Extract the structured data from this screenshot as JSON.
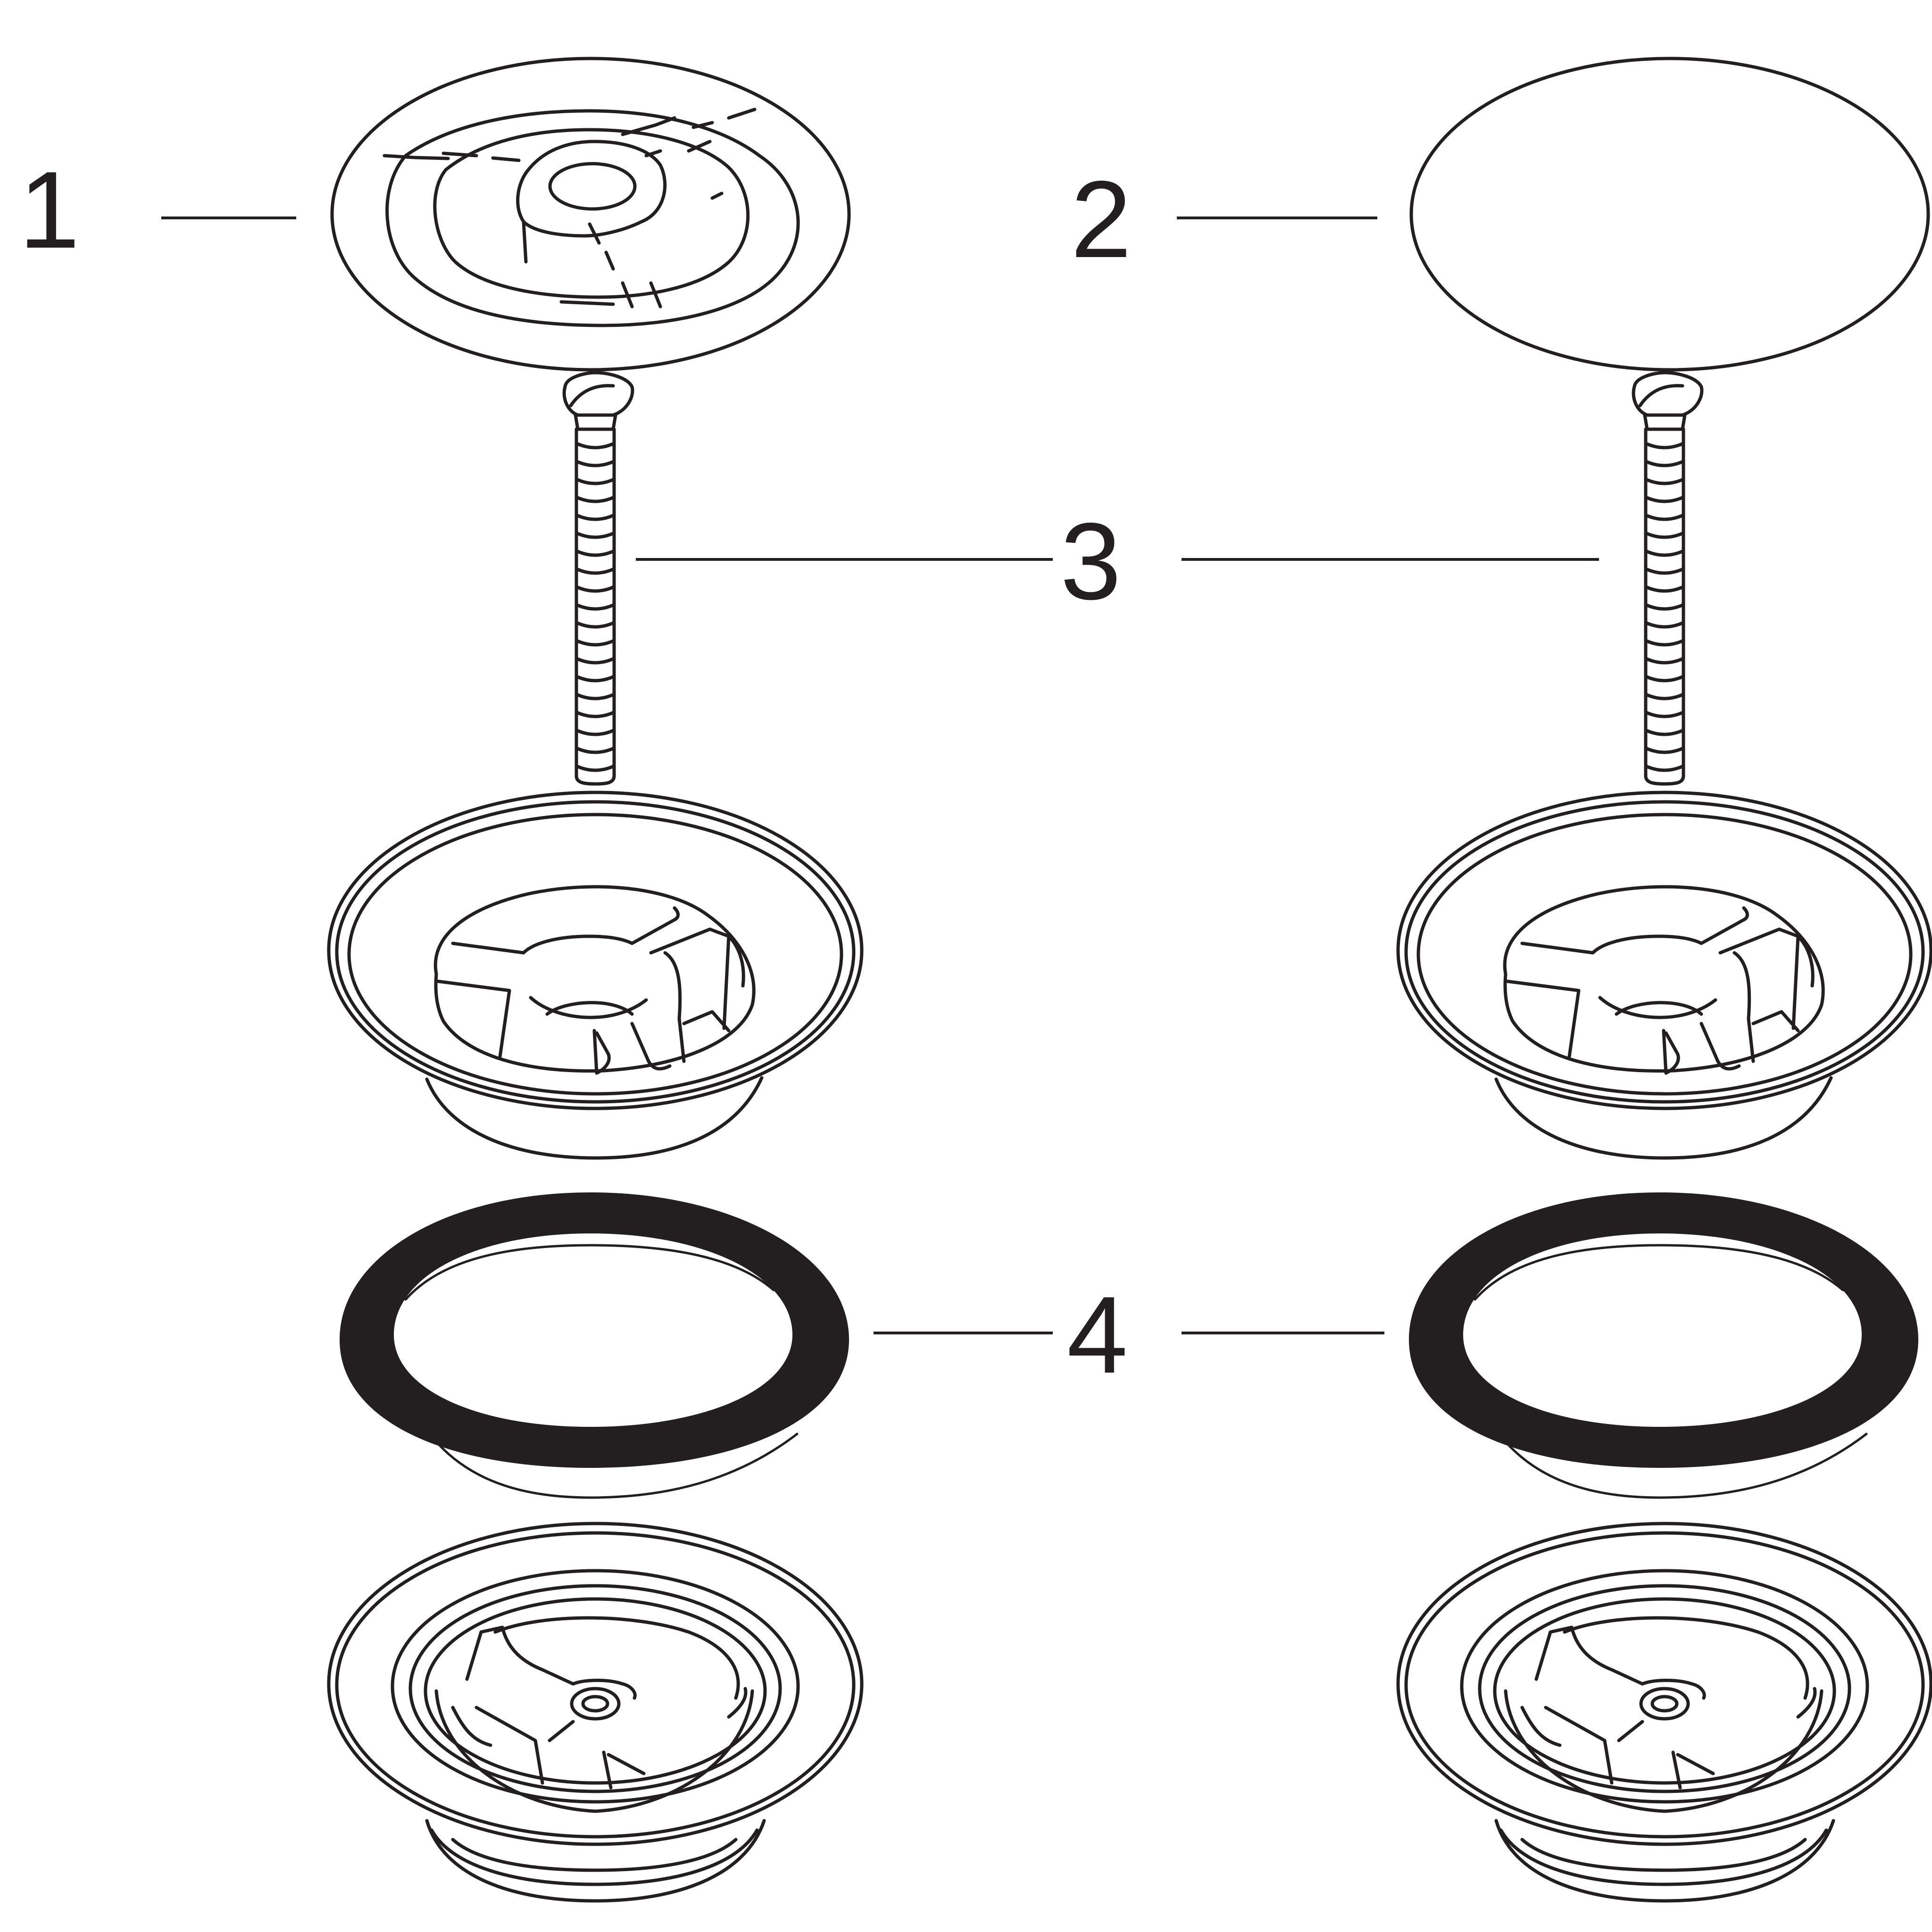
{
  "callouts": {
    "part1": "1",
    "part2": "2",
    "part3": "3",
    "part4": "4"
  },
  "colors": {
    "line": "#231f20",
    "background": "#ffffff"
  }
}
